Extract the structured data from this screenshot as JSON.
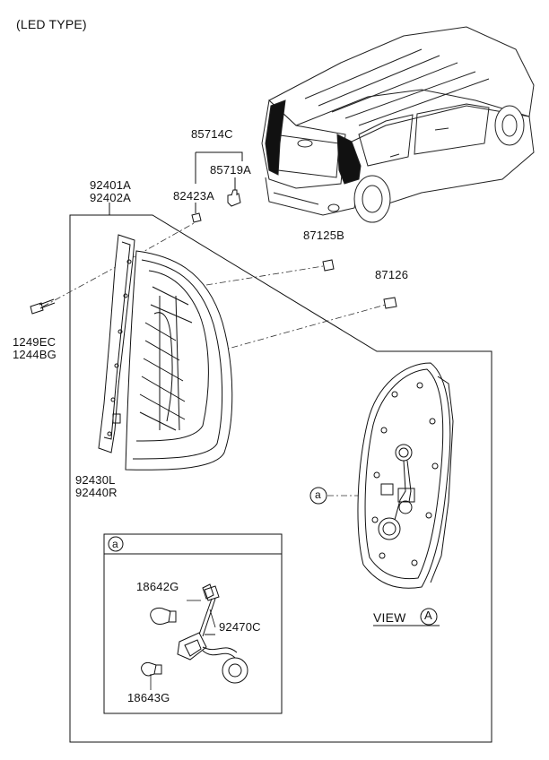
{
  "header": {
    "title": "(LED TYPE)"
  },
  "parts": {
    "p85714C": "85714C",
    "p85719A": "85719A",
    "p82423A": "82423A",
    "p92401A": "92401A",
    "p92402A": "92402A",
    "p87125B": "87125B",
    "p87126": "87126",
    "p1249EC": "1249EC",
    "p1244BG": "1244BG",
    "p92430L": "92430L",
    "p92440R": "92440R",
    "p18642G": "18642G",
    "p92470C": "92470C",
    "p18643G": "18643G"
  },
  "callouts": {
    "detail_a": "a",
    "view_marker_a": "a",
    "inset_a": "a"
  },
  "view": {
    "label": "VIEW",
    "marker": "A"
  }
}
